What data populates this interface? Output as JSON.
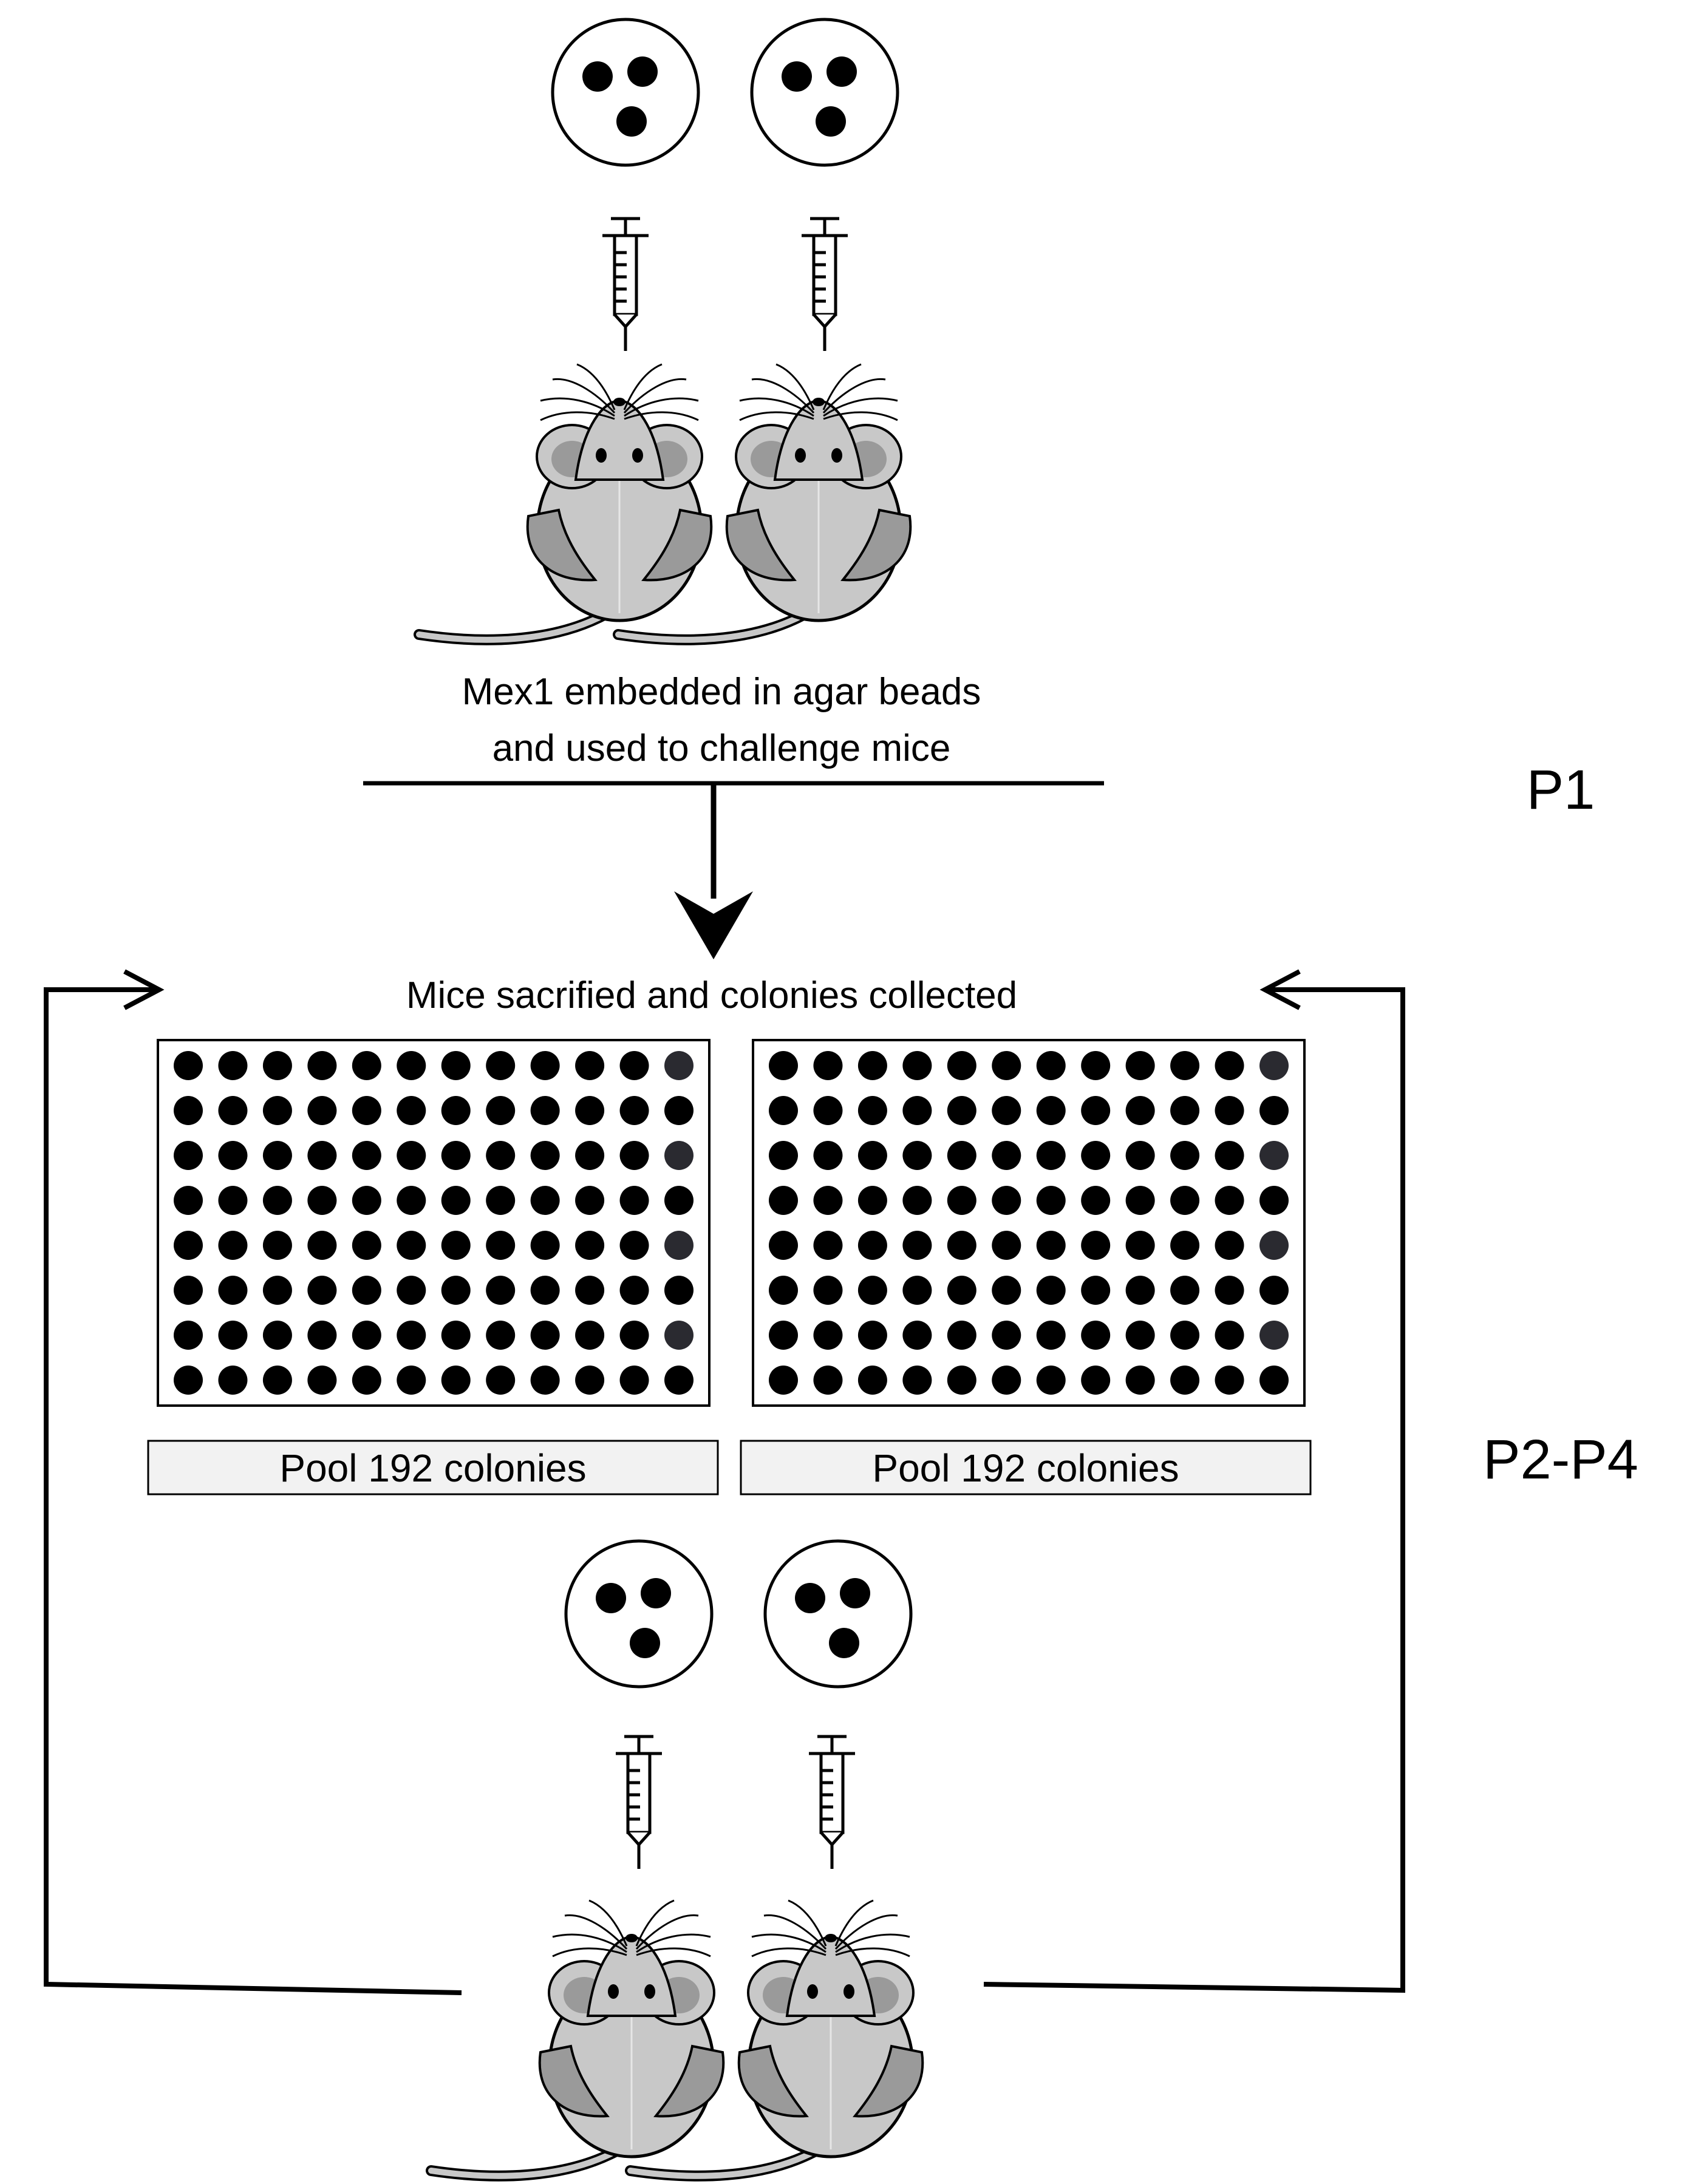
{
  "caption_p1_line1": "Mex1 embedded in agar beads",
  "caption_p1_line2": "and used to challenge mice",
  "phase_p1": "P1",
  "caption_collect": "Mice sacrified and colonies collected",
  "plates": [
    {
      "rows": 8,
      "cols": 12,
      "label": "Pool 192 colonies"
    },
    {
      "rows": 8,
      "cols": 12,
      "label": "Pool 192 colonies"
    }
  ],
  "phase_repeat": "P2-P4",
  "colors": {
    "ink": "#000000",
    "mouse_body": "#c8c8c8",
    "mouse_shadow": "#9a9a9a",
    "well_last_column": "#2a2a30",
    "label_box_fill": "#f2f2f2"
  }
}
